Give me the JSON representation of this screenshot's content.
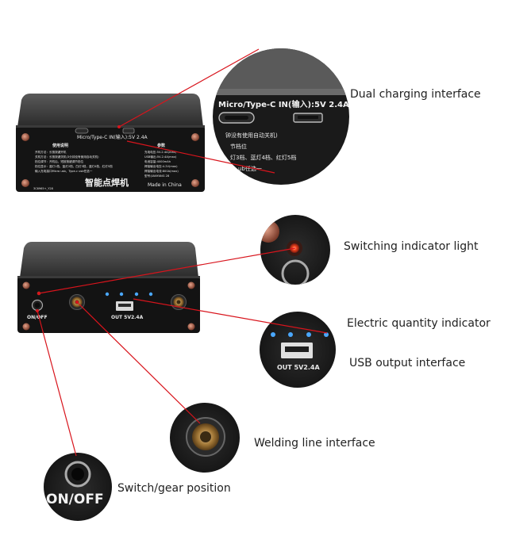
{
  "labels": {
    "dual_charging": "Dual charging interface",
    "switch_indicator": "Switching indicator light",
    "electric_qty": "Electric quantity indicator",
    "usb_output": "USB output interface",
    "welding_line": "Welding line interface",
    "switch_gear": "Switch/gear position"
  },
  "device_top": {
    "header": "Micro/Type-C IN(输入):5V 2.4A",
    "usage_title": "使用说明",
    "params_title": "参数",
    "usage_lines": [
      "开机方法：长按按键开机",
      "关机方法：长按按键关机(3分钟没有使用自动关机)",
      "档位调节：开机后，短按按键调节档位",
      "档位显示：蓝灯1档，蓝灯2档，白灯3档，蓝灯4档，红灯5档",
      "输入充电接口Micro usb，Type-c usb任选一"
    ],
    "param_lines": [
      "充电电压:5V-2.4A(max)",
      "USB输出:5V-2.4A(max)",
      "电池容量:4000mAh",
      "焊接输出电压:4.2V(max)",
      "焊接输出电流:800A(max)",
      "型号:JIANYANG 28"
    ],
    "brand": "智能点焊机",
    "made_in": "Made in China",
    "serial": "3C6965+_Y28"
  },
  "zoom_top": {
    "header": "Micro/Type-C IN(输入):5V 2.4A",
    "line1": "钟没有使用自动关机)",
    "line2": "节档位",
    "line3": "灯3档、蓝灯4档、红灯5档",
    "line4": "ub任选一"
  },
  "device_front": {
    "onoff": "ON/OFF",
    "out": "OUT 5V2.4A"
  },
  "zoom_usb": {
    "out": "OUT 5V2.4A"
  },
  "zoom_switch": {
    "onoff": "ON/OFF"
  },
  "colors": {
    "accent_line": "#d8141c",
    "led_blue": "#4aa8ff",
    "led_red": "#ff3a1a"
  }
}
